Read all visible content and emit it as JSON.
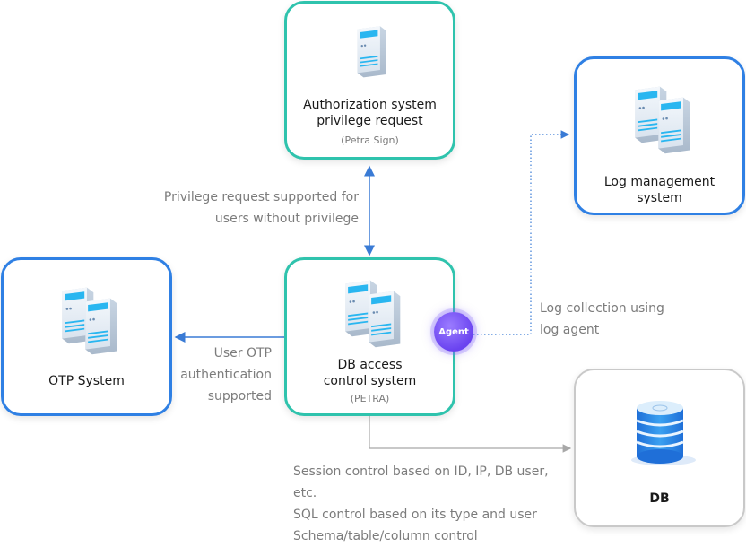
{
  "nodes": {
    "auth": {
      "title_lines": [
        "Authorization system",
        "privilege request"
      ],
      "subtitle": "(Petra Sign)"
    },
    "log": {
      "title_lines": [
        "Log management",
        "system"
      ]
    },
    "otp": {
      "title_lines": [
        "OTP System"
      ]
    },
    "dbac": {
      "title_lines": [
        "DB access",
        "control system"
      ],
      "subtitle": "(PETRA)"
    },
    "db": {
      "title_lines": [
        "DB"
      ]
    },
    "agent": {
      "label": "Agent"
    }
  },
  "edges": {
    "privilege": {
      "lines": [
        "Privilege request supported for",
        "users without privilege"
      ]
    },
    "log_collection": {
      "lines": [
        "Log collection using",
        "log agent"
      ]
    },
    "otp_auth": {
      "lines": [
        "User OTP",
        "authentication",
        "supported"
      ]
    },
    "session": {
      "lines": [
        "Session control based on ID, IP, DB user, etc.",
        "SQL control based on its type and user",
        "Schema/table/column control"
      ]
    }
  },
  "colors": {
    "teal_border": "#2fc3ad",
    "blue_border": "#2f80e4",
    "gray_border": "#c9c9c9",
    "arrow_blue": "#3a7bd5",
    "agent_purple": "#6a43f0"
  },
  "icons": [
    "server-icon",
    "servers-icon",
    "database-icon"
  ]
}
